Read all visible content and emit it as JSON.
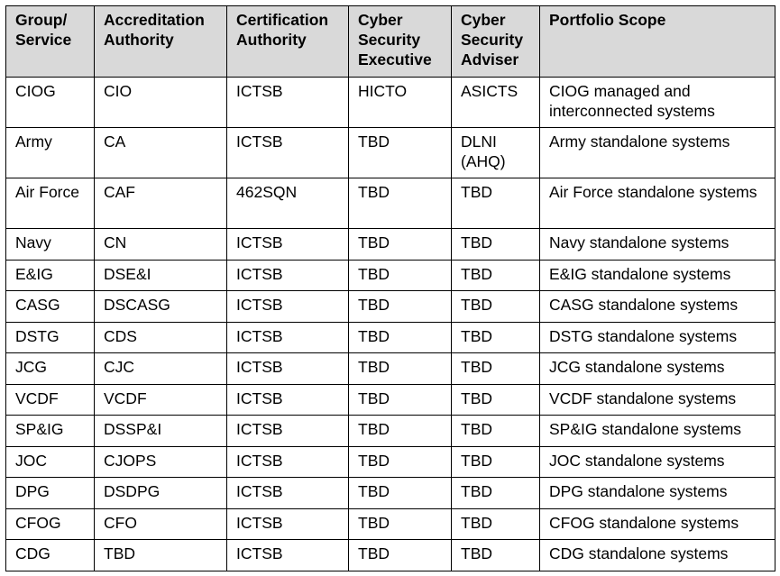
{
  "table": {
    "headers": [
      "Group/ Service",
      "Accreditation Authority",
      "Certification Authority",
      "Cyber Security Executive",
      "Cyber Security Adviser",
      "Portfolio Scope"
    ],
    "rows": [
      [
        "CIOG",
        "CIO",
        "ICTSB",
        "HICTO",
        "ASICTS",
        "CIOG managed and interconnected systems"
      ],
      [
        "Army",
        "CA",
        "ICTSB",
        "TBD",
        "DLNI (AHQ)",
        "Army standalone systems"
      ],
      [
        "Air Force",
        "CAF",
        "462SQN",
        "TBD",
        "TBD",
        "Air Force standalone systems"
      ],
      [
        "Navy",
        "CN",
        "ICTSB",
        "TBD",
        "TBD",
        "Navy standalone systems"
      ],
      [
        "E&IG",
        "DSE&I",
        "ICTSB",
        "TBD",
        "TBD",
        "E&IG standalone systems"
      ],
      [
        "CASG",
        "DSCASG",
        "ICTSB",
        "TBD",
        "TBD",
        "CASG standalone systems"
      ],
      [
        "DSTG",
        "CDS",
        "ICTSB",
        "TBD",
        "TBD",
        "DSTG standalone systems"
      ],
      [
        "JCG",
        "CJC",
        "ICTSB",
        "TBD",
        "TBD",
        "JCG standalone systems"
      ],
      [
        "VCDF",
        "VCDF",
        "ICTSB",
        "TBD",
        "TBD",
        "VCDF standalone systems"
      ],
      [
        "SP&IG",
        "DSSP&I",
        "ICTSB",
        "TBD",
        "TBD",
        "SP&IG standalone systems"
      ],
      [
        "JOC",
        "CJOPS",
        "ICTSB",
        "TBD",
        "TBD",
        "JOC standalone systems"
      ],
      [
        "DPG",
        "DSDPG",
        "ICTSB",
        "TBD",
        "TBD",
        "DPG standalone systems"
      ],
      [
        "CFOG",
        "CFO",
        "ICTSB",
        "TBD",
        "TBD",
        "CFOG standalone systems"
      ],
      [
        "CDG",
        "TBD",
        "ICTSB",
        "TBD",
        "TBD",
        "CDG standalone systems"
      ]
    ]
  }
}
